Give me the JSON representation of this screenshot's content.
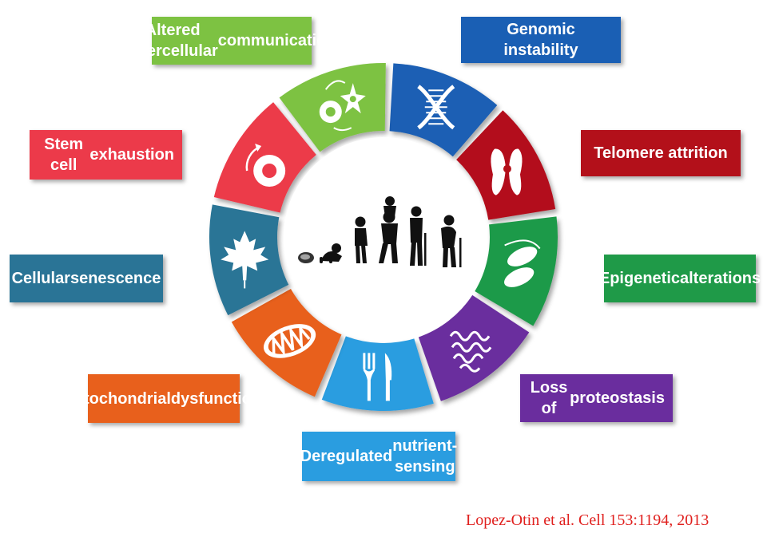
{
  "colors": {
    "genomic": "#1a5fb4",
    "telomere": "#b3101a",
    "epigenetic": "#1f9a48",
    "proteostasis": "#6a2d9e",
    "nutrient": "#2a9de0",
    "mitochondrial": "#e8601c",
    "senescence": "#2a7496",
    "stem": "#ec3a4a",
    "intercellular": "#7dc242",
    "silhouette": "#111111",
    "citation": "#e0201e"
  },
  "hallmarks": [
    {
      "key": "genomic",
      "lines": [
        "Genomic instability"
      ],
      "icon": "dna-icon"
    },
    {
      "key": "telomere",
      "lines": [
        "Telomere attrition"
      ],
      "icon": "chromosome-icon"
    },
    {
      "key": "epigenetic",
      "lines": [
        "Epigenetic",
        "alterations"
      ],
      "icon": "nucleosome-icon"
    },
    {
      "key": "proteostasis",
      "lines": [
        "Loss of",
        "proteostasis"
      ],
      "icon": "protein-icon"
    },
    {
      "key": "nutrient",
      "lines": [
        "Deregulated",
        "nutrient-sensing"
      ],
      "icon": "fork-knife-icon"
    },
    {
      "key": "mitochondrial",
      "lines": [
        "Mitochondrial",
        "dysfunction"
      ],
      "icon": "mitochondrion-icon"
    },
    {
      "key": "senescence",
      "lines": [
        "Cellular",
        "senescence"
      ],
      "icon": "maple-leaf-icon"
    },
    {
      "key": "stem",
      "lines": [
        "Stem cell",
        "exhaustion"
      ],
      "icon": "stem-cell-icon"
    },
    {
      "key": "intercellular",
      "lines": [
        "Altered intercellular",
        "communication"
      ],
      "icon": "cell-communication-icon"
    }
  ],
  "center": {
    "icon": "aging-stages-icon"
  },
  "citation": "Lopez-Otin et al. Cell 153:1194, 2013"
}
